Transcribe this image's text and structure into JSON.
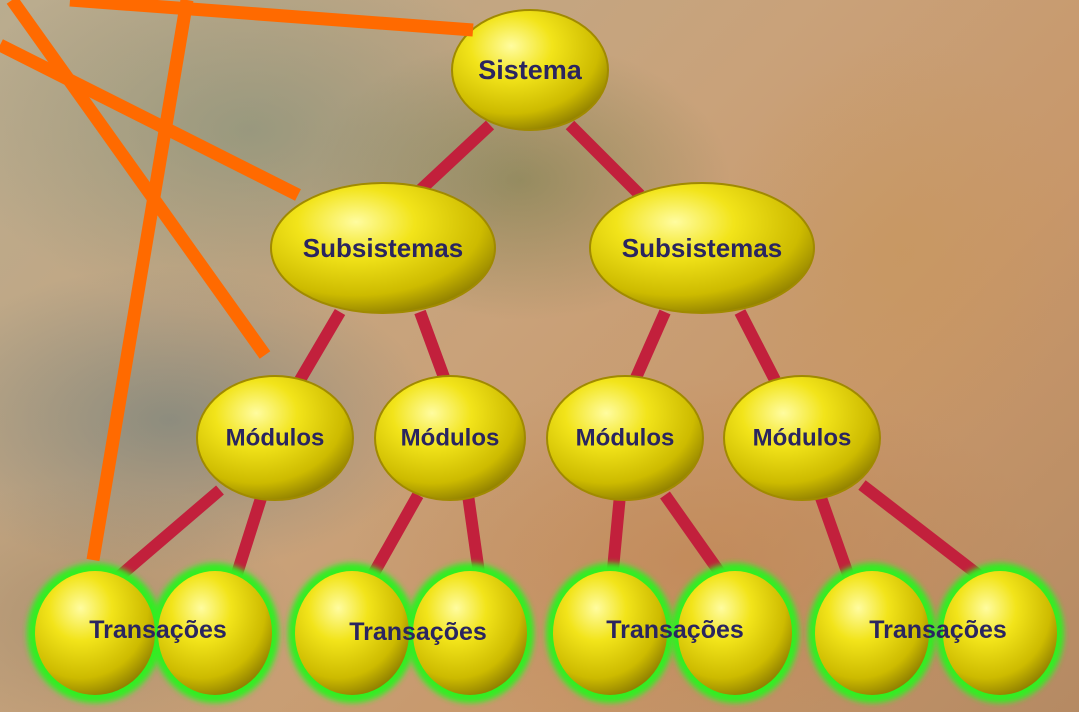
{
  "diagram": {
    "root": {
      "label": "Sistema"
    },
    "subsystems": [
      {
        "label": "Subsistemas"
      },
      {
        "label": "Subsistemas"
      }
    ],
    "modules": [
      {
        "label": "Módulos"
      },
      {
        "label": "Módulos"
      },
      {
        "label": "Módulos"
      },
      {
        "label": "Módulos"
      }
    ],
    "transactions": [
      {
        "label": "Transações"
      },
      {
        "label": "Transações"
      },
      {
        "label": "Transações"
      },
      {
        "label": "Transações"
      }
    ]
  },
  "colors": {
    "node_fill": "#e3d600",
    "node_highlight": "#fffca0",
    "node_shadow": "#8a7a00",
    "label_text": "#2a2560",
    "connector": "#c2203c",
    "transaction_glow": "#33ee22",
    "pointer_lines": "#ff6a00"
  }
}
